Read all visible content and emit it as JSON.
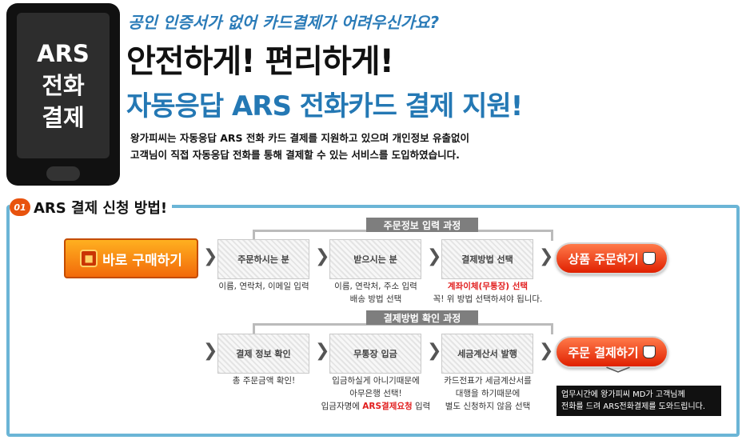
{
  "phone": {
    "line1": "ARS",
    "line2": "전화",
    "line3": "결제"
  },
  "headline": {
    "sub": "공인 인증서가 없어 카드결제가 어려우신가요?",
    "main": "안전하게! 편리하게!",
    "blue": "자동응답 ARS 전화카드 결제 지원!"
  },
  "description": {
    "line1": "왕가피씨는 자동응답 ARS 전화 카드 결제를 지원하고 있으며 개인정보 유출없이",
    "line2": "고객님이 직접 자동응답 전화를 통해 결제할 수 있는 서비스를 도입하였습니다."
  },
  "section": {
    "badge": "01",
    "title": "ARS 결제 신청 방법!"
  },
  "row1": {
    "label": "주문정보 입력 과정",
    "buy_button": "바로 구매하기",
    "steps": [
      {
        "title": "주문하시는 분",
        "note1": "이름, 연락처, 이메일 입력"
      },
      {
        "title": "받으시는 분",
        "note1": "이름, 연락처, 주소 입력",
        "note2": "배송 방법 선택"
      },
      {
        "title": "결제방법 선택",
        "note1": "계좌이체(무통장) 선택",
        "note2": "꼭! 위 방법 선택하셔야 됩니다."
      }
    ],
    "action_button": "상품 주문하기"
  },
  "row2": {
    "label": "결제방법 확인 과정",
    "steps": [
      {
        "title": "결제 정보 확인",
        "note1": "총 주문금액 확인!"
      },
      {
        "title": "무통장 입금",
        "note1": "입금하실게 아니기때문에",
        "note2": "아무은행 선택!",
        "note3a": "입금자명에 ",
        "note3b": "ARS결제요청",
        "note3c": " 입력"
      },
      {
        "title": "세금계산서 발행",
        "note1": "카드전표가 세금계산서를",
        "note2": "대행을 하기때문에",
        "note3": "별도 신청하지 않음 선택"
      }
    ],
    "action_button": "주문 결제하기",
    "info_line1": "업무시간에 왕가피씨 MD가 고객님께",
    "info_line2": "전화를 드려 ARS전화결제를 도와드립니다."
  }
}
